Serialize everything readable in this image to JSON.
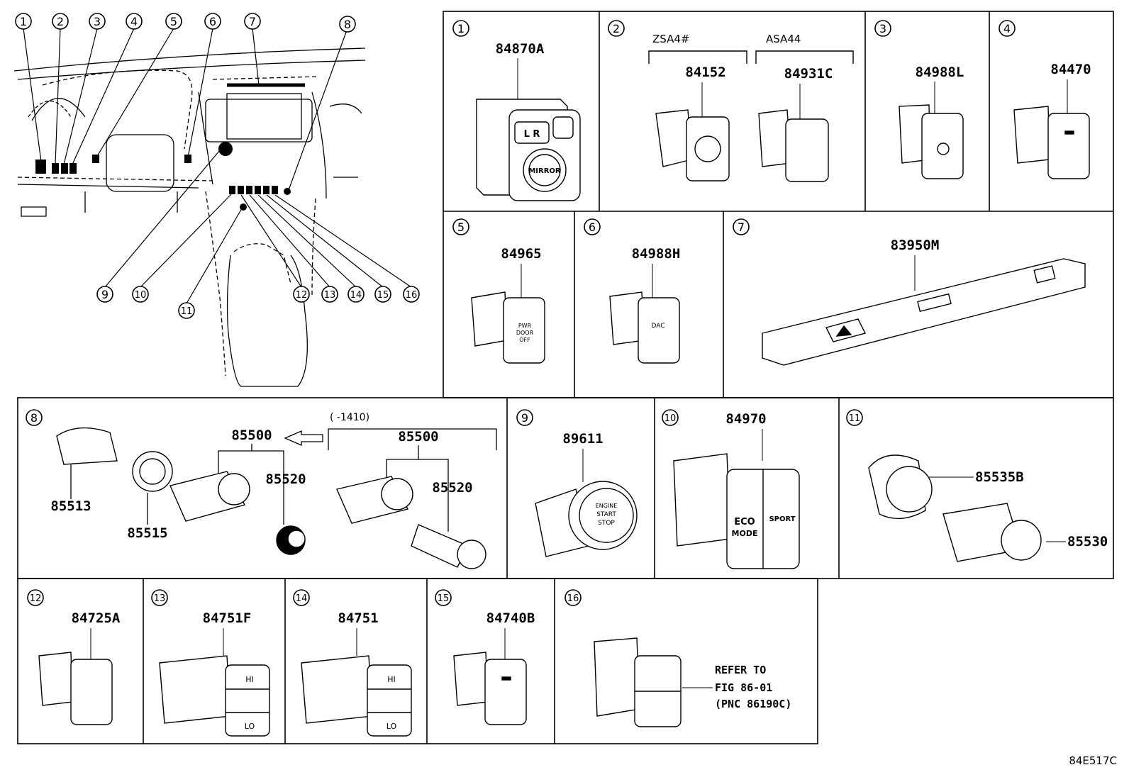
{
  "overview": {
    "callouts": [
      "1",
      "2",
      "3",
      "4",
      "5",
      "6",
      "7",
      "8",
      "9",
      "10",
      "11",
      "12",
      "13",
      "14",
      "15",
      "16"
    ]
  },
  "cells": {
    "c1": {
      "num": "1",
      "part": "84870A",
      "switch_label": "MIRROR",
      "lr_label": "L R"
    },
    "c2": {
      "num": "2",
      "variant_a": "ZSA4#",
      "variant_b": "ASA44",
      "part_a": "84152",
      "part_b": "84931C"
    },
    "c3": {
      "num": "3",
      "part": "84988L"
    },
    "c4": {
      "num": "4",
      "part": "84470"
    },
    "c5": {
      "num": "5",
      "part": "84965",
      "switch_text": [
        "PWR",
        "DOOR",
        "OFF"
      ]
    },
    "c6": {
      "num": "6",
      "part": "84988H",
      "switch_text": "DAC"
    },
    "c7": {
      "num": "7",
      "part": "83950M"
    },
    "c8": {
      "num": "8",
      "parts": [
        "85500",
        "85520",
        "85513",
        "85515"
      ],
      "part_b": "85500",
      "part_b2": "85520",
      "range_note": "(      -1410)"
    },
    "c9": {
      "num": "9",
      "part": "89611",
      "switch_text": [
        "ENGINE",
        "START",
        "STOP"
      ]
    },
    "c10": {
      "num": "10",
      "part": "84970",
      "eco": [
        "ECO",
        "MODE"
      ],
      "sport": "SPORT"
    },
    "c11": {
      "num": "11",
      "part_a": "85535B",
      "part_b": "85530"
    },
    "c12": {
      "num": "12",
      "part": "84725A"
    },
    "c13": {
      "num": "13",
      "part": "84751F",
      "hi": "HI",
      "lo": "LO"
    },
    "c14": {
      "num": "14",
      "part": "84751",
      "hi": "HI",
      "lo": "LO"
    },
    "c15": {
      "num": "15",
      "part": "84740B"
    },
    "c16": {
      "num": "16",
      "ref": [
        "REFER TO",
        "FIG 86-01",
        "(PNC 86190C)"
      ]
    }
  },
  "figure_id": "84E517C"
}
